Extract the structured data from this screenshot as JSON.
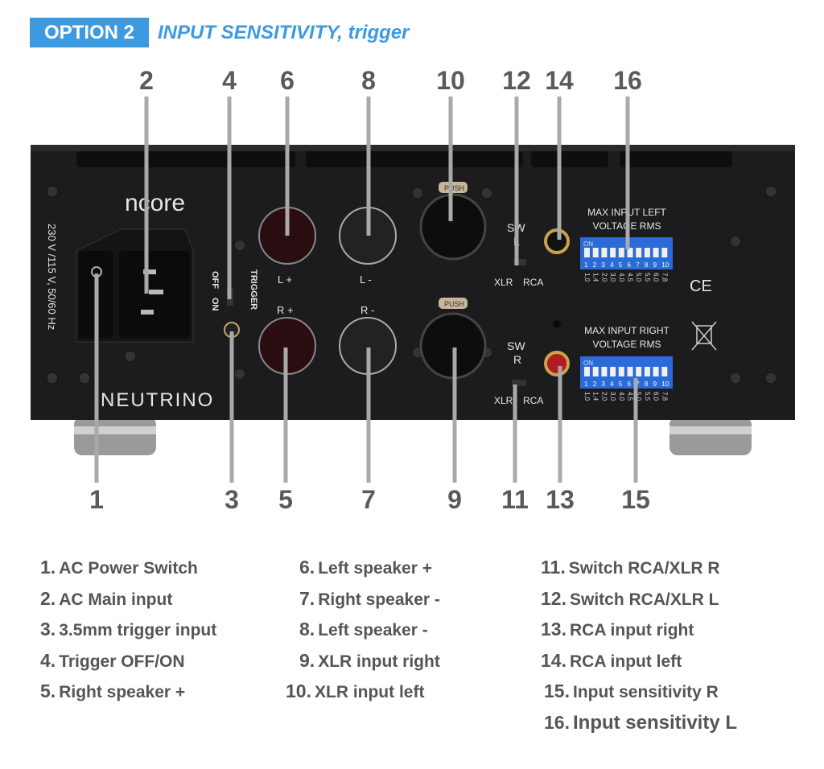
{
  "header": {
    "option": "OPTION 2",
    "subtitle": "INPUT SENSITIVITY, trigger"
  },
  "panel": {
    "brand": "ncore",
    "model": "NEUTRINO",
    "voltage": "230 V /115 V, 50/60 Hz",
    "trigger_label": "TRIGGER",
    "trigger_off": "OFF",
    "trigger_on": "ON",
    "left_plus": "L +",
    "left_minus": "L -",
    "right_plus": "R +",
    "right_minus": "R -",
    "push": "PUSH",
    "sw_l": [
      "SW",
      "L"
    ],
    "sw_r": [
      "SW",
      "R"
    ],
    "xlr": "XLR",
    "rca": "RCA",
    "dip_left_title": [
      "MAX INPUT LEFT",
      "VOLTAGE RMS"
    ],
    "dip_right_title": [
      "MAX INPUT RIGHT",
      "VOLTAGE RMS"
    ],
    "dip_on": "ON",
    "dip_numbers": [
      "1",
      "2",
      "3",
      "4",
      "5",
      "6",
      "7",
      "8",
      "9",
      "10"
    ],
    "dip_voltages": [
      "1,0",
      "1,4",
      "2,0",
      "3,0",
      "4,0",
      "4,5",
      "5,0",
      "5,5",
      "6,0",
      "7,8"
    ],
    "ce": "CE"
  },
  "callouts_top": [
    "2",
    "4",
    "6",
    "8",
    "10",
    "12",
    "14",
    "16"
  ],
  "callouts_bottom": [
    "1",
    "3",
    "5",
    "7",
    "9",
    "11",
    "13",
    "15"
  ],
  "legend": [
    {
      "n": "1.",
      "t": "AC Power Switch"
    },
    {
      "n": "2.",
      "t": "AC Main input"
    },
    {
      "n": "3.",
      "t": "3.5mm trigger input"
    },
    {
      "n": "4.",
      "t": "Trigger OFF/ON"
    },
    {
      "n": "5.",
      "t": "Right speaker +"
    },
    {
      "n": "6.",
      "t": "Left speaker +"
    },
    {
      "n": "7.",
      "t": "Right speaker -"
    },
    {
      "n": "8.",
      "t": "Left speaker -"
    },
    {
      "n": "9.",
      "t": "XLR input right"
    },
    {
      "n": "10.",
      "t": "XLR input left"
    },
    {
      "n": "11.",
      "t": "Switch RCA/XLR R"
    },
    {
      "n": "12.",
      "t": "Switch RCA/XLR L"
    },
    {
      "n": "13.",
      "t": "RCA input right"
    },
    {
      "n": "14.",
      "t": "RCA input left"
    },
    {
      "n": "15.",
      "t": "Input sensitivity R"
    },
    {
      "n": "16.",
      "t": "Input sensitivity L"
    }
  ]
}
